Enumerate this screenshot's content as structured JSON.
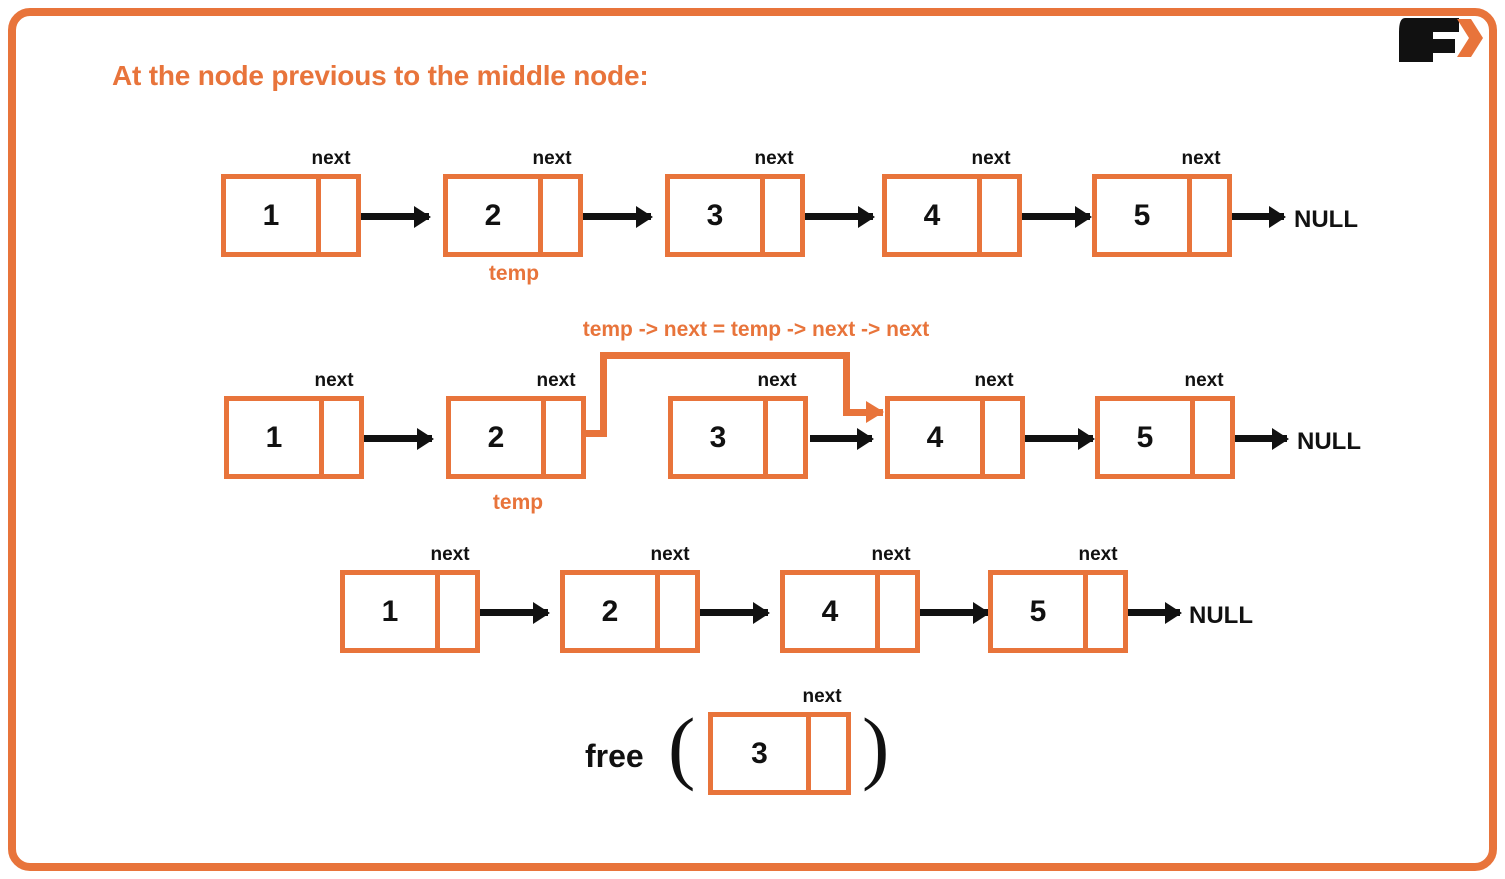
{
  "page": {
    "title": "At the node previous to the middle node:",
    "accent_color": "#E8743B",
    "ink_color": "#111111",
    "background": "#FFFFFF"
  },
  "logo": {
    "name": "f-arrow-logo",
    "letter": "F"
  },
  "labels": {
    "next": "next",
    "temp": "temp",
    "null": "NULL",
    "free": "free",
    "paren_open": "(",
    "paren_close": ")"
  },
  "rows": [
    {
      "id": "row-original-list",
      "caption": "",
      "code": "",
      "nodes": [
        {
          "value": "1",
          "next_label": "next",
          "pointer_label": ""
        },
        {
          "value": "2",
          "next_label": "next",
          "pointer_label": "temp"
        },
        {
          "value": "3",
          "next_label": "next",
          "pointer_label": ""
        },
        {
          "value": "4",
          "next_label": "next",
          "pointer_label": ""
        },
        {
          "value": "5",
          "next_label": "next",
          "pointer_label": ""
        }
      ],
      "terminator": "NULL"
    },
    {
      "id": "row-relink",
      "caption": "",
      "code": "temp -> next = temp -> next -> next",
      "nodes": [
        {
          "value": "1",
          "next_label": "next",
          "pointer_label": ""
        },
        {
          "value": "2",
          "next_label": "next",
          "pointer_label": "temp"
        },
        {
          "value": "3",
          "next_label": "next",
          "pointer_label": ""
        },
        {
          "value": "4",
          "next_label": "next",
          "pointer_label": ""
        },
        {
          "value": "5",
          "next_label": "next",
          "pointer_label": ""
        }
      ],
      "terminator": "NULL"
    },
    {
      "id": "row-after-removal",
      "caption": "",
      "code": "",
      "nodes": [
        {
          "value": "1",
          "next_label": "next",
          "pointer_label": ""
        },
        {
          "value": "2",
          "next_label": "next",
          "pointer_label": ""
        },
        {
          "value": "4",
          "next_label": "next",
          "pointer_label": ""
        },
        {
          "value": "5",
          "next_label": "next",
          "pointer_label": ""
        }
      ],
      "terminator": "NULL"
    }
  ],
  "free_call": {
    "function": "free",
    "paren_open": "(",
    "paren_close": ")",
    "node": {
      "value": "3",
      "next_label": "next"
    }
  }
}
